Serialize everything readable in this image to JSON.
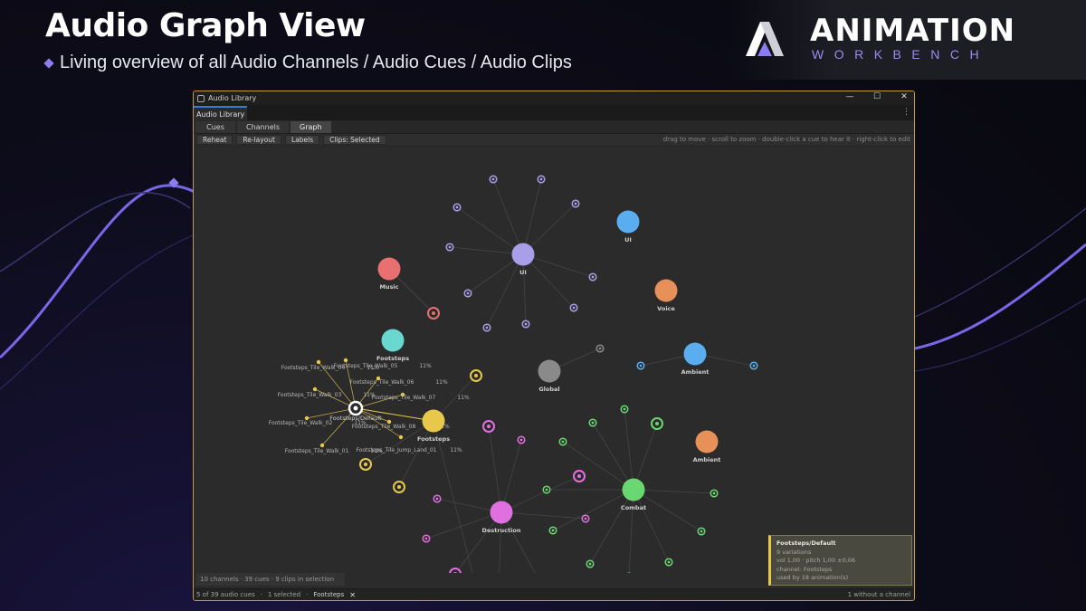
{
  "hero": {
    "title": "Audio Graph View",
    "subtitle": "Living overview of all Audio Channels / Audio Cues / Audio Clips"
  },
  "logo": {
    "word": "ANIMATION",
    "sub": "WORKBENCH"
  },
  "colors": {
    "accent": "#8b7cf0",
    "window_border": "#c99a3a",
    "selected": "#e8c84a"
  },
  "window": {
    "title": "Audio Library",
    "controls": [
      "—",
      "☐",
      "✕"
    ],
    "tab_label": "Audio Library",
    "more_icon": "⋮",
    "view_tabs": [
      {
        "label": "Cues",
        "active": false
      },
      {
        "label": "Channels",
        "active": false
      },
      {
        "label": "Graph",
        "active": true
      }
    ],
    "toolbar_buttons": [
      "Reheat",
      "Re-layout",
      "Labels",
      "Clips: Selected"
    ],
    "toolbar_hint": "drag to move · scroll to zoom · double-click a cue to hear it · right-click to edit"
  },
  "graph": {
    "channels": [
      {
        "label": "UI",
        "color": "#a99ee8"
      },
      {
        "label": "UI",
        "color": "#5aaef0"
      },
      {
        "label": "Music",
        "color": "#e87070"
      },
      {
        "label": "Voice",
        "color": "#e8905a"
      },
      {
        "label": "Footsteps",
        "color": "#6ad8d0"
      },
      {
        "label": "Global",
        "color": "#8a8a8a"
      },
      {
        "label": "Ambient",
        "color": "#5aaef0"
      },
      {
        "label": "Footsteps",
        "color": "#e8c84a"
      },
      {
        "label": "Ambient",
        "color": "#e8905a"
      },
      {
        "label": "Combat",
        "color": "#6ad870"
      },
      {
        "label": "Destruction",
        "color": "#e070e0"
      }
    ],
    "selected_cue": {
      "label": "Footsteps/Default"
    },
    "clips": [
      {
        "label": "Footsteps_Tile_Walk_04",
        "pct": "11%"
      },
      {
        "label": "Footsteps_Tile_Walk_05",
        "pct": "11%"
      },
      {
        "label": "Footsteps_Tile_Walk_06",
        "pct": "11%"
      },
      {
        "label": "Footsteps_Tile_Walk_03",
        "pct": "11%"
      },
      {
        "label": "Footsteps_Tile_Walk_07",
        "pct": "11%"
      },
      {
        "label": "Footsteps_Tile_Walk_02",
        "pct": "11%"
      },
      {
        "label": "Footsteps_Tile_Walk_08",
        "pct": "11%"
      },
      {
        "label": "Footsteps_Tile_Walk_01",
        "pct": "11%"
      },
      {
        "label": "Footsteps_Tile_Jump_Land_01",
        "pct": "11%"
      }
    ]
  },
  "stats": "10 channels · 39 cues · 9 clips in selection",
  "status": {
    "count": "5 of 39 audio cues",
    "selected": "1 selected",
    "filter": "Footsteps",
    "clear_icon": "✕",
    "right": "1 without a channel"
  },
  "info": {
    "title": "Footsteps/Default",
    "variations": "9 variations",
    "vol": "vol 1,00 · pitch 1,00 ±0,06",
    "channel": "channel: Footsteps",
    "used": "used by 18 animation(s)"
  }
}
